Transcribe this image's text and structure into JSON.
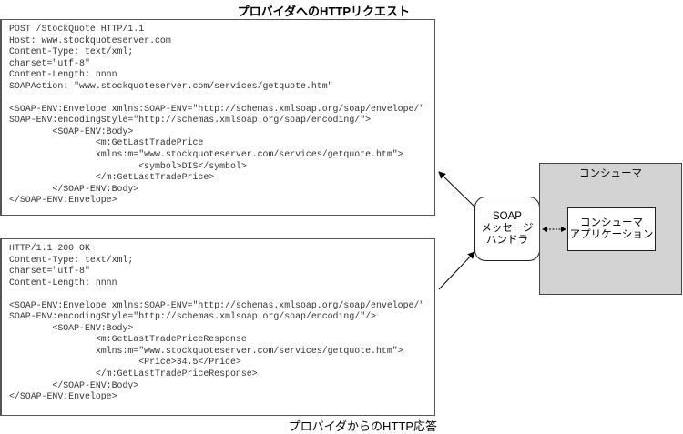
{
  "request": {
    "title": "プロバイダへのHTTPリクエスト",
    "lines": [
      "POST /StockQuote HTTP/1.1",
      "Host: www.stockquoteserver.com",
      "Content-Type: text/xml;",
      "charset=\"utf-8\"",
      "Content-Length: nnnn",
      "SOAPAction: \"www.stockquoteserver.com/services/getquote.htm\"",
      "",
      "<SOAP-ENV:Envelope xmlns:SOAP-ENV=\"http://schemas.xmlsoap.org/soap/envelope/\"",
      "SOAP-ENV:encodingStyle=\"http://schemas.xmlsoap.org/soap/encoding/\">",
      "        <SOAP-ENV:Body>",
      "                <m:GetLastTradePrice",
      "                xmlns:m=\"www.stockquoteserver.com/services/getquote.htm\">",
      "                        <symbol>DIS</symbol>",
      "                </m:GetLastTradePrice>",
      "        </SOAP-ENV:Body>",
      "</SOAP-ENV:Envelope>"
    ]
  },
  "response": {
    "title": "プロバイダからのHTTP応答",
    "lines": [
      "HTTP/1.1 200 OK",
      "Content-Type: text/xml;",
      "charset=\"utf-8\"",
      "Content-Length: nnnn",
      "",
      "<SOAP-ENV:Envelope xmlns:SOAP-ENV=\"http://schemas.xmlsoap.org/soap/envelope/\"",
      "SOAP-ENV:encodingStyle=\"http://schemas.xmlsoap.org/soap/encoding/\"/>",
      "        <SOAP-ENV:Body>",
      "                <m:GetLastTradePriceResponse",
      "                xmlns:m=\"www.stockquoteserver.com/services/getquote.htm\">",
      "                        <Price>34.5</Price>",
      "                </m:GetLastTradePriceResponse>",
      "        </SOAP-ENV:Body>",
      "</SOAP-ENV:Envelope>"
    ]
  },
  "handler": {
    "line1": "SOAP",
    "line2": "メッセージ",
    "line3": "ハンドラ"
  },
  "consumer": {
    "label": "コンシューマ",
    "app_line1": "コンシューマ",
    "app_line2": "アプリケーション"
  }
}
